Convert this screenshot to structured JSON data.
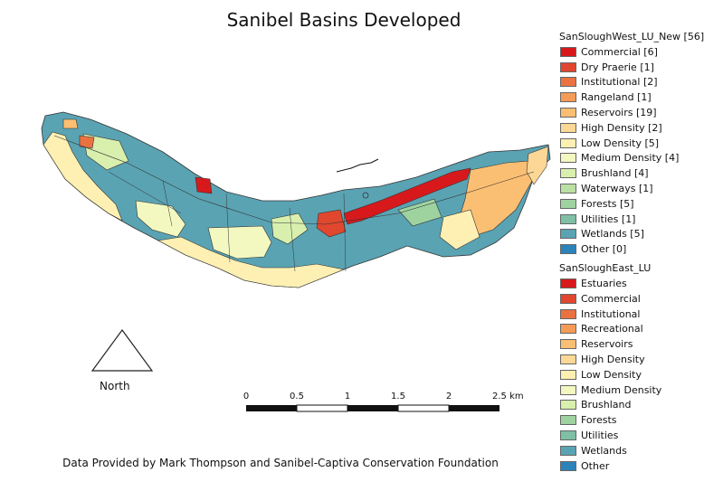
{
  "title": "Sanibel Basins Developed",
  "credit": "Data Provided by Mark Thompson and Sanibel-Captiva Conservation Foundation",
  "north_label": "North",
  "scalebar": {
    "unit": "km",
    "ticks": [
      "0",
      "0.5",
      "1",
      "1.5",
      "2",
      "2.5 km"
    ]
  },
  "legend_west": {
    "title": "SanSloughWest_LU_New [56]",
    "items": [
      {
        "label": "Commercial [6]",
        "color": "#d7191c"
      },
      {
        "label": "Dry Praerie [1]",
        "color": "#e0472e"
      },
      {
        "label": "Institutional [2]",
        "color": "#ea7241"
      },
      {
        "label": "Rangeland [1]",
        "color": "#f59b55"
      },
      {
        "label": "Reservoirs [19]",
        "color": "#fbbf73"
      },
      {
        "label": "High Density [2]",
        "color": "#fdd795"
      },
      {
        "label": "Low Density [5]",
        "color": "#fef0b3"
      },
      {
        "label": "Medium Density [4]",
        "color": "#f3f8c0"
      },
      {
        "label": "Brushland [4]",
        "color": "#d9efae"
      },
      {
        "label": "Waterways [1]",
        "color": "#bce0a3"
      },
      {
        "label": "Forests [5]",
        "color": "#9ed3a0"
      },
      {
        "label": "Utilities [1]",
        "color": "#7fbfa6"
      },
      {
        "label": "Wetlands [5]",
        "color": "#5aa3b3"
      },
      {
        "label": "Other [0]",
        "color": "#2b83ba"
      }
    ]
  },
  "legend_east": {
    "title": "SanSloughEast_LU",
    "items": [
      {
        "label": "Estuaries",
        "color": "#d7191c"
      },
      {
        "label": "Commercial",
        "color": "#e0472e"
      },
      {
        "label": "Institutional",
        "color": "#ea7241"
      },
      {
        "label": "Recreational",
        "color": "#f59b55"
      },
      {
        "label": "Reservoirs",
        "color": "#fbbf73"
      },
      {
        "label": "High Density",
        "color": "#fdd795"
      },
      {
        "label": "Low Density",
        "color": "#fef0b3"
      },
      {
        "label": "Medium Density",
        "color": "#f3f8c0"
      },
      {
        "label": "Brushland",
        "color": "#d9efae"
      },
      {
        "label": "Forests",
        "color": "#9ed3a0"
      },
      {
        "label": "Utilities",
        "color": "#7fbfa6"
      },
      {
        "label": "Wetlands",
        "color": "#5aa3b3"
      },
      {
        "label": "Other",
        "color": "#2b83ba"
      }
    ]
  }
}
